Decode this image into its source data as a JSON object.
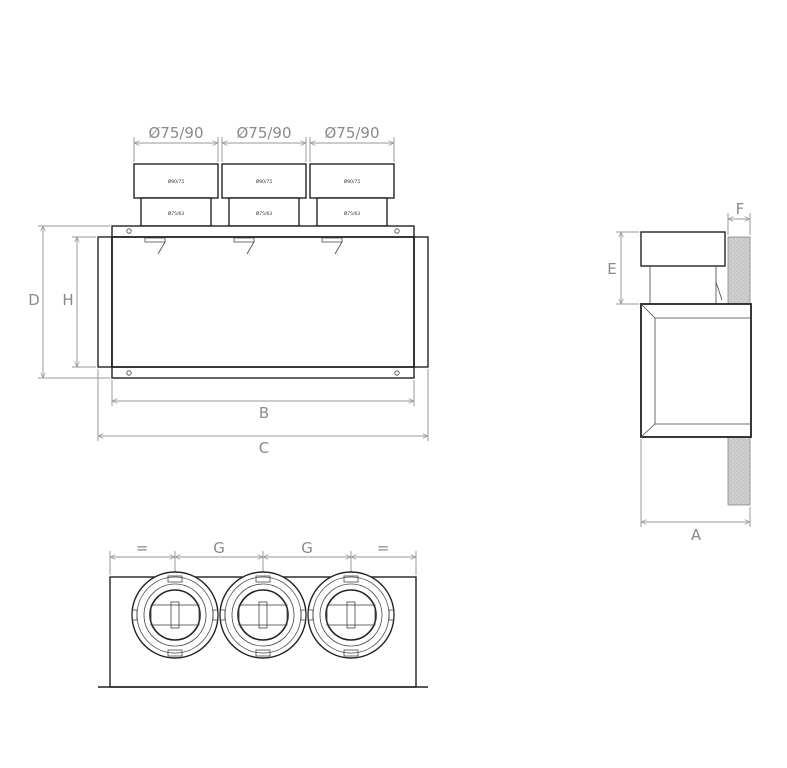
{
  "dimensions": {
    "spigot_label": "Ø75/90",
    "spigot_inner_print": "Ø90/75",
    "spigot_lower_print": "Ø75/63",
    "D": "D",
    "H": "H",
    "B": "B",
    "C": "C",
    "E": "E",
    "F": "F",
    "A": "A",
    "G": "G",
    "equal": "="
  },
  "colors": {
    "line": "#222222",
    "dimension": "#9a9a9a",
    "wall": "#c8c8c8"
  }
}
